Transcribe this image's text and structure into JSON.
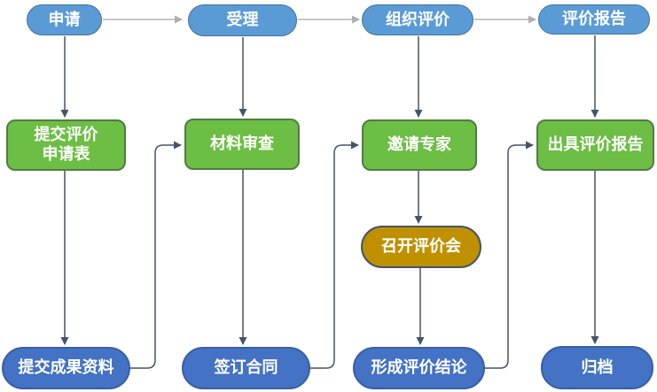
{
  "diagram": {
    "type": "flowchart",
    "background": "#FFFFFF",
    "palette": {
      "stage_pill_fill": "#5B9BD5",
      "stage_pill_border": "#41719C",
      "process_box_fill": "#6CBE44",
      "process_box_border": "#547A45",
      "meeting_pill_fill": "#BF9000",
      "meeting_pill_border": "#44546A",
      "result_pill_fill": "#4472C4",
      "result_pill_border": "#3A5FA5",
      "connector_dark": "#44546A",
      "connector_gray": "#A6A6A6",
      "text_color": "#FFFFFF"
    },
    "stages": [
      {
        "label": "申请"
      },
      {
        "label": "受理"
      },
      {
        "label": "组织评价"
      },
      {
        "label": "评价报告"
      }
    ],
    "processes": [
      {
        "label": "提交评价\n申请表"
      },
      {
        "label": "材料审查"
      },
      {
        "label": "邀请专家"
      },
      {
        "label": "出具评价报告"
      }
    ],
    "meeting": {
      "label": "召开评价会"
    },
    "results": [
      {
        "label": "提交成果资料"
      },
      {
        "label": "签订合同"
      },
      {
        "label": "形成评价结论"
      },
      {
        "label": "归档"
      }
    ],
    "edges": [
      {
        "from": "申请",
        "to": "受理",
        "style": "gray-straight"
      },
      {
        "from": "受理",
        "to": "组织评价",
        "style": "gray-straight"
      },
      {
        "from": "组织评价",
        "to": "评价报告",
        "style": "gray-straight"
      },
      {
        "from": "申请",
        "to": "提交评价申请表",
        "style": "dark-straight"
      },
      {
        "from": "受理",
        "to": "材料审查",
        "style": "dark-straight"
      },
      {
        "from": "组织评价",
        "to": "邀请专家",
        "style": "dark-straight"
      },
      {
        "from": "评价报告",
        "to": "出具评价报告",
        "style": "dark-straight"
      },
      {
        "from": "提交评价申请表",
        "to": "提交成果资料",
        "style": "dark-straight"
      },
      {
        "from": "提交成果资料",
        "to": "材料审查",
        "style": "dark-elbow"
      },
      {
        "from": "材料审查",
        "to": "签订合同",
        "style": "dark-straight"
      },
      {
        "from": "签订合同",
        "to": "邀请专家",
        "style": "dark-elbow"
      },
      {
        "from": "邀请专家",
        "to": "召开评价会",
        "style": "dark-straight"
      },
      {
        "from": "召开评价会",
        "to": "形成评价结论",
        "style": "dark-straight"
      },
      {
        "from": "形成评价结论",
        "to": "出具评价报告",
        "style": "dark-elbow"
      },
      {
        "from": "出具评价报告",
        "to": "归档",
        "style": "dark-straight"
      }
    ]
  }
}
